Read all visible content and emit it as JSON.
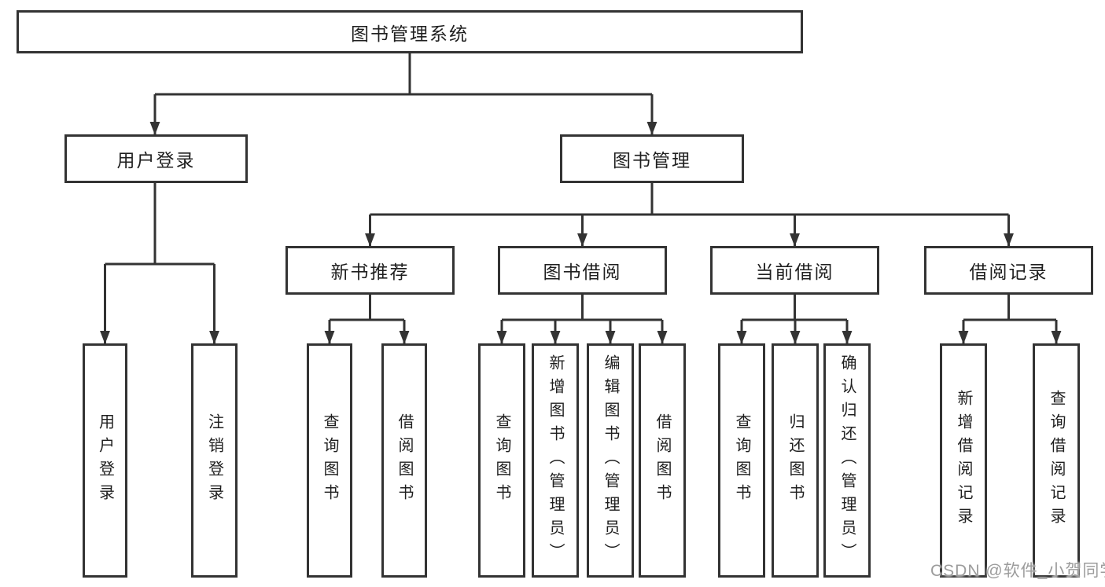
{
  "tree": {
    "root": {
      "label": "图书管理系统",
      "children": [
        {
          "label": "用户登录",
          "children": [
            {
              "label": "用户登录"
            },
            {
              "label": "注销登录"
            }
          ]
        },
        {
          "label": "图书管理",
          "children": [
            {
              "label": "新书推荐",
              "children": [
                {
                  "label": "查询图书"
                },
                {
                  "label": "借阅图书"
                }
              ]
            },
            {
              "label": "图书借阅",
              "children": [
                {
                  "label": "查询图书"
                },
                {
                  "label": "新增图书（管理员）"
                },
                {
                  "label": "编辑图书（管理员）"
                },
                {
                  "label": "借阅图书"
                }
              ]
            },
            {
              "label": "当前借阅",
              "children": [
                {
                  "label": "查询图书"
                },
                {
                  "label": "归还图书"
                },
                {
                  "label": "确认归还（管理员）"
                }
              ]
            },
            {
              "label": "借阅记录",
              "children": [
                {
                  "label": "新增借阅记录"
                },
                {
                  "label": "查询借阅记录"
                }
              ]
            }
          ]
        }
      ]
    }
  },
  "watermark": {
    "text": "CSDN @软件_小贺同学"
  },
  "colors": {
    "background": "#ffffff",
    "line": "#333333",
    "box_border": "#333333",
    "text": "#1f1f1f",
    "watermark": "#9c9c9c"
  }
}
